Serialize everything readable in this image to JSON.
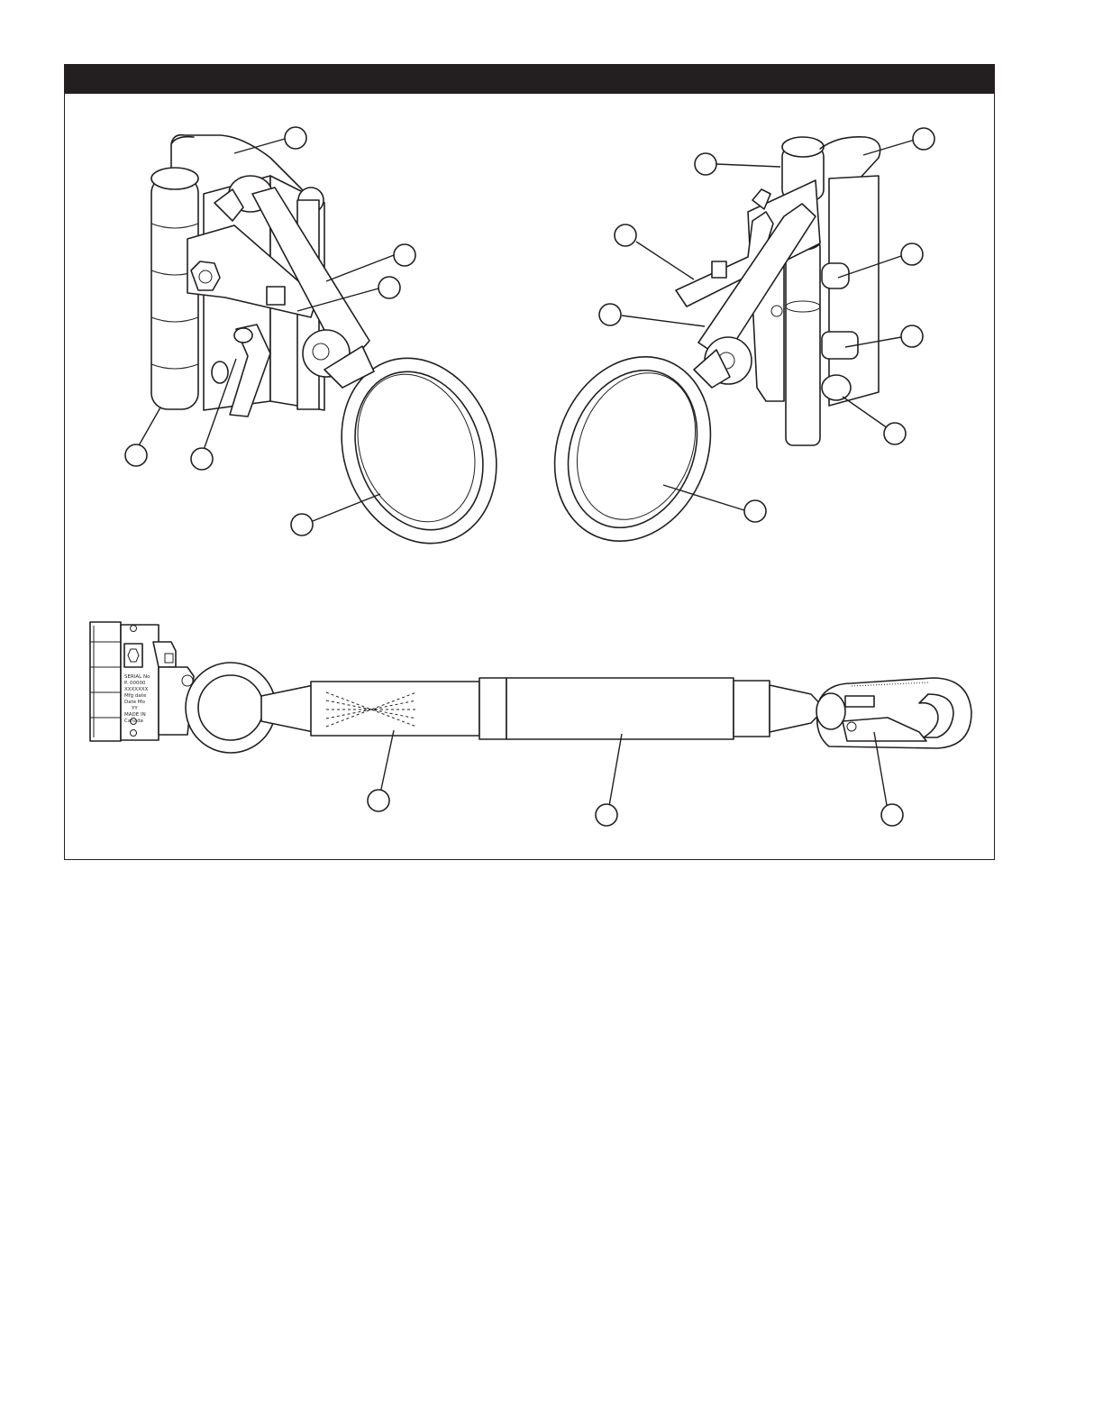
{
  "header": {
    "title": ""
  },
  "label_plate": {
    "lines": [
      "SERIAL No",
      "P. 00000",
      "XXXXXXX",
      "Mfg date",
      "Date Mo",
      "YY",
      "MADE IN",
      "Canada"
    ]
  },
  "colors": {
    "ink": "#231f20",
    "paper": "#ffffff",
    "header_bar": "#231f20"
  },
  "callouts": [
    {
      "id": "top-left-1"
    },
    {
      "id": "top-left-2"
    },
    {
      "id": "top-left-3"
    },
    {
      "id": "top-left-4"
    },
    {
      "id": "top-left-5"
    },
    {
      "id": "top-left-6"
    },
    {
      "id": "top-right-1"
    },
    {
      "id": "top-right-2"
    },
    {
      "id": "top-right-3"
    },
    {
      "id": "top-right-4"
    },
    {
      "id": "top-right-5"
    },
    {
      "id": "top-right-6"
    },
    {
      "id": "top-right-7"
    },
    {
      "id": "bottom-1"
    },
    {
      "id": "bottom-2"
    },
    {
      "id": "bottom-3"
    }
  ]
}
